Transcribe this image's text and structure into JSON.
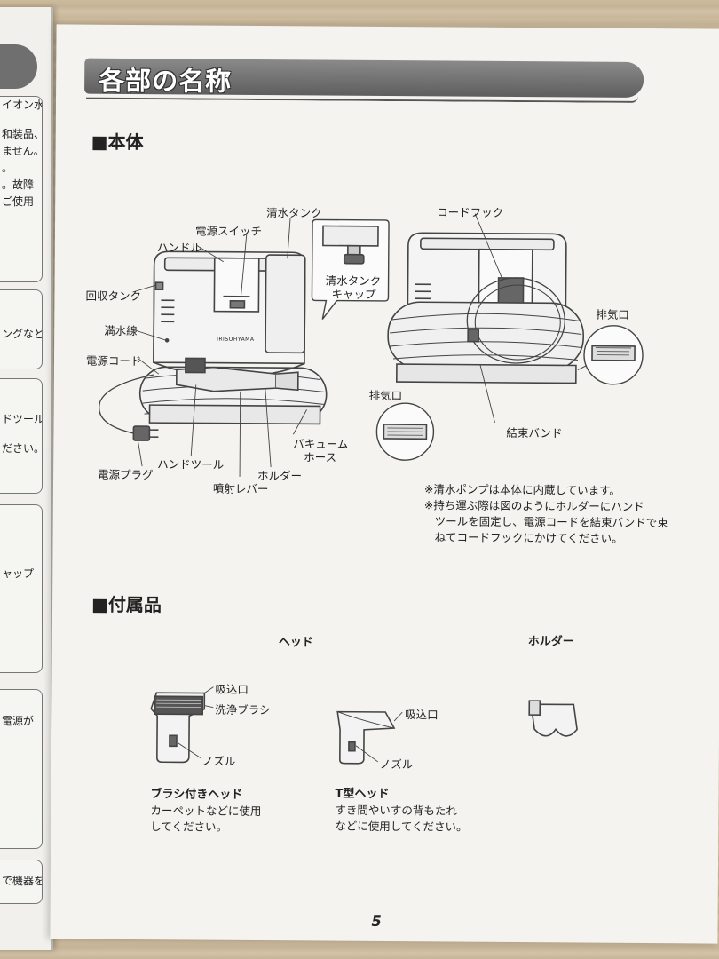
{
  "left_page": {
    "fragments": [
      "イオン水",
      "和装品、",
      "ません。",
      "。",
      "。故障",
      "ご使用",
      "ングなど",
      "ドツール",
      "ださい。",
      "ャップ",
      "電源が",
      "で機器を"
    ]
  },
  "page": {
    "title": "各部の名称",
    "main_unit": {
      "heading": "■本体",
      "labels": {
        "clean_tank": "清水タンク",
        "power_switch": "電源スイッチ",
        "handle": "ハンドル",
        "recovery_tank": "回収タンク",
        "full_line": "満水線",
        "power_cord": "電源コード",
        "power_plug": "電源プラグ",
        "hand_tool": "ハンドツール",
        "spray_lever": "噴射レバー",
        "holder": "ホルダー",
        "vacuum_hose_1": "バキューム",
        "vacuum_hose_2": "ホース",
        "tank_cap_1": "清水タンク",
        "tank_cap_2": "キャップ",
        "cord_hook": "コードフック",
        "exhaust_right": "排気口",
        "exhaust_left": "排気口",
        "binding_band": "結束バンド"
      },
      "notes": [
        "※清水ポンプは本体に内蔵しています。",
        "※持ち運ぶ際は図のようにホルダーにハンド",
        "ツールを固定し、電源コードを結束バンドで束",
        "ねてコードフックにかけてください。"
      ]
    },
    "accessories": {
      "heading": "■付属品",
      "head_label": "ヘッド",
      "holder_label": "ホルダー",
      "brush_head": {
        "suction": "吸込口",
        "brush": "洗浄ブラシ",
        "nozzle": "ノズル",
        "name": "ブラシ付きヘッド",
        "desc_1": "カーペットなどに使用",
        "desc_2": "してください。"
      },
      "t_head": {
        "suction": "吸込口",
        "nozzle": "ノズル",
        "name": "T型ヘッド",
        "desc_1": "すき間やいすの背もたれ",
        "desc_2": "などに使用してください。"
      }
    },
    "page_number": "5",
    "unit_logo": "IRISOHYAMA"
  }
}
